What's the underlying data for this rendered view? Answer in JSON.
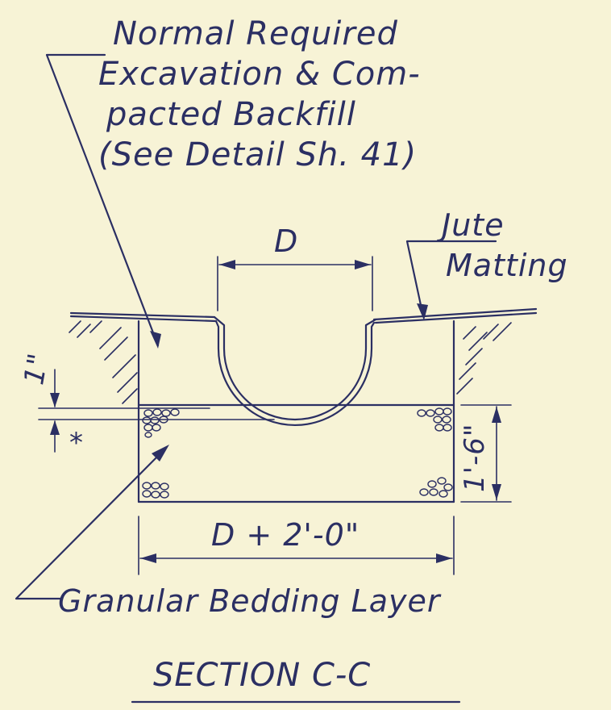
{
  "colors": {
    "paper": "#f7f3d6",
    "ink": "#2b2f63"
  },
  "callouts": {
    "excavation": [
      "Normal Required",
      "Excavation & Com-",
      "pacted Backfill",
      "(See Detail Sh. 41)"
    ],
    "jute": [
      "Jute",
      "Matting"
    ],
    "bedding": "Granular Bedding Layer"
  },
  "dimensions": {
    "pipe_width": "D",
    "trench_width": "D + 2'-0\"",
    "bedding_depth": "1'-6\"",
    "offset": "1\"",
    "offset_note": "*"
  },
  "section_title": "SECTION C-C"
}
